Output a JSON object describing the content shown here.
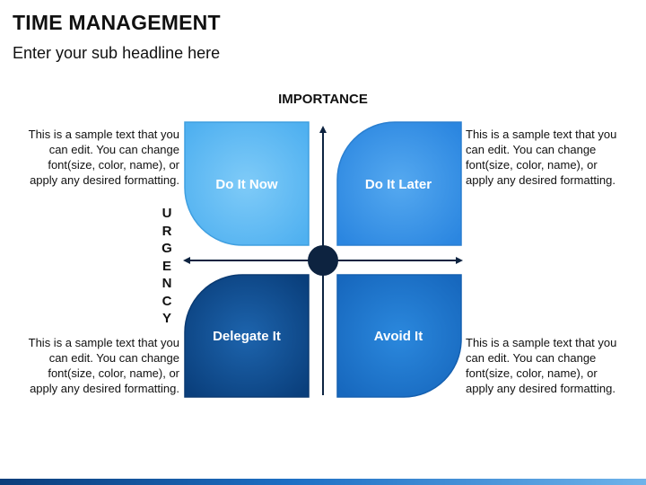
{
  "header": {
    "title": "TIME MANAGEMENT",
    "subtitle": "Enter your sub headline here"
  },
  "axes": {
    "horizontal_label": "IMPORTANCE",
    "vertical_label_letters": [
      "U",
      "R",
      "G",
      "E",
      "N",
      "C",
      "Y"
    ]
  },
  "quadrants": [
    {
      "id": "do-it-now",
      "label": "Do It Now",
      "color": "#63bdf5",
      "description": "This is a sample text that you can edit. You can change font(size, color, name), or apply any desired formatting."
    },
    {
      "id": "do-it-later",
      "label": "Do It Later",
      "color": "#3a96ea",
      "description": "This is a sample text that you can edit. You can change font(size, color, name), or apply any desired formatting."
    },
    {
      "id": "delegate-it",
      "label": "Delegate It",
      "color": "#0f4f95",
      "description": "This is a sample text that you can edit. You can change font(size, color, name), or apply any desired formatting."
    },
    {
      "id": "avoid-it",
      "label": "Avoid It",
      "color": "#1e78d0",
      "description": "This is a sample text that you can edit. You can change font(size, color, name), or apply any desired formatting."
    }
  ],
  "center_dot_color": "#0d2340",
  "axis_color": "#0d2340"
}
